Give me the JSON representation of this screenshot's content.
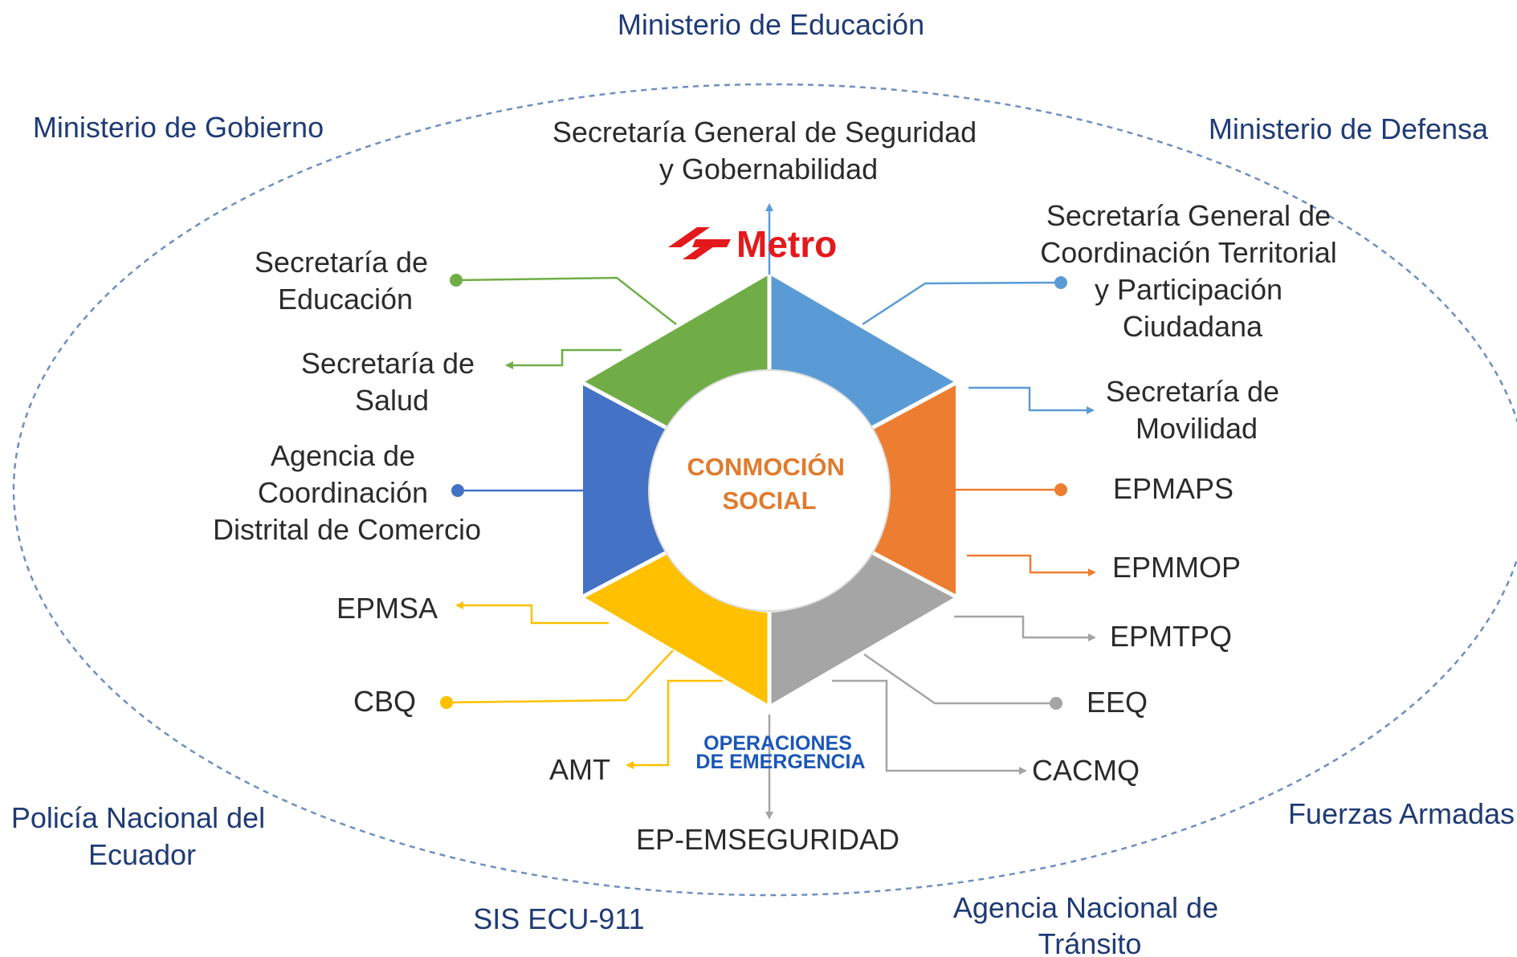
{
  "outer_entities": [
    {
      "lines": [
        "Ministerio de Educación"
      ]
    },
    {
      "lines": [
        "Ministerio de Gobierno"
      ]
    },
    {
      "lines": [
        "Ministerio de Defensa"
      ]
    },
    {
      "lines": [
        "Policía Nacional del",
        "Ecuador"
      ]
    },
    {
      "lines": [
        "Fuerzas Armadas"
      ]
    },
    {
      "lines": [
        "SIS ECU-911"
      ]
    },
    {
      "lines": [
        "Agencia Nacional de",
        "Tránsito"
      ]
    }
  ],
  "inner_entities": [
    {
      "lines": [
        "Secretaría General de Seguridad",
        "y Gobernabilidad"
      ],
      "color": "#5b9bd5"
    },
    {
      "lines": [
        "Secretaría de",
        "Educación"
      ],
      "color": "#70ad47"
    },
    {
      "lines": [
        "Secretaría de",
        "Salud"
      ],
      "color": "#70ad47"
    },
    {
      "lines": [
        "Agencia de",
        "Coordinación",
        "Distrital de Comercio"
      ],
      "color": "#4472c4"
    },
    {
      "lines": [
        "EPMSA"
      ],
      "color": "#ffc000"
    },
    {
      "lines": [
        "CBQ"
      ],
      "color": "#ffc000"
    },
    {
      "lines": [
        "AMT"
      ],
      "color": "#ffc000"
    },
    {
      "lines": [
        "EP-EMSEGURIDAD"
      ],
      "color": "#a5a5a5"
    },
    {
      "lines": [
        "Secretaría General de",
        "Coordinación Territorial",
        "y Participación",
        "Ciudadana"
      ],
      "color": "#5b9bd5"
    },
    {
      "lines": [
        "Secretaría de",
        "Movilidad"
      ],
      "color": "#5b9bd5"
    },
    {
      "lines": [
        "EPMAPS"
      ],
      "color": "#ed7d31"
    },
    {
      "lines": [
        "EPMMOP"
      ],
      "color": "#ed7d31"
    },
    {
      "lines": [
        "EPMTPQ"
      ],
      "color": "#a5a5a5"
    },
    {
      "lines": [
        "EEQ"
      ],
      "color": "#a5a5a5"
    },
    {
      "lines": [
        "CACMQ"
      ],
      "color": "#a5a5a5"
    }
  ],
  "hexagon": {
    "center_lines": [
      "CONMOCIÓN",
      "SOCIAL"
    ],
    "segment_colors": [
      "#5b9bd5",
      "#ed7d31",
      "#a5a5a5",
      "#ffc000",
      "#4472c4",
      "#70ad47"
    ]
  },
  "logos": {
    "metro": {
      "text": "Metro",
      "color": "#e3191b"
    },
    "operaciones": {
      "lines": [
        "OPERACIONES",
        "DE EMERGENCIA"
      ],
      "color": "#1a56b8"
    }
  },
  "colors": {
    "outer_text": "#1f3b75",
    "inner_text": "#2b2b2b",
    "center_text": "#e07b2e",
    "ellipse": "#6f8fbf"
  }
}
